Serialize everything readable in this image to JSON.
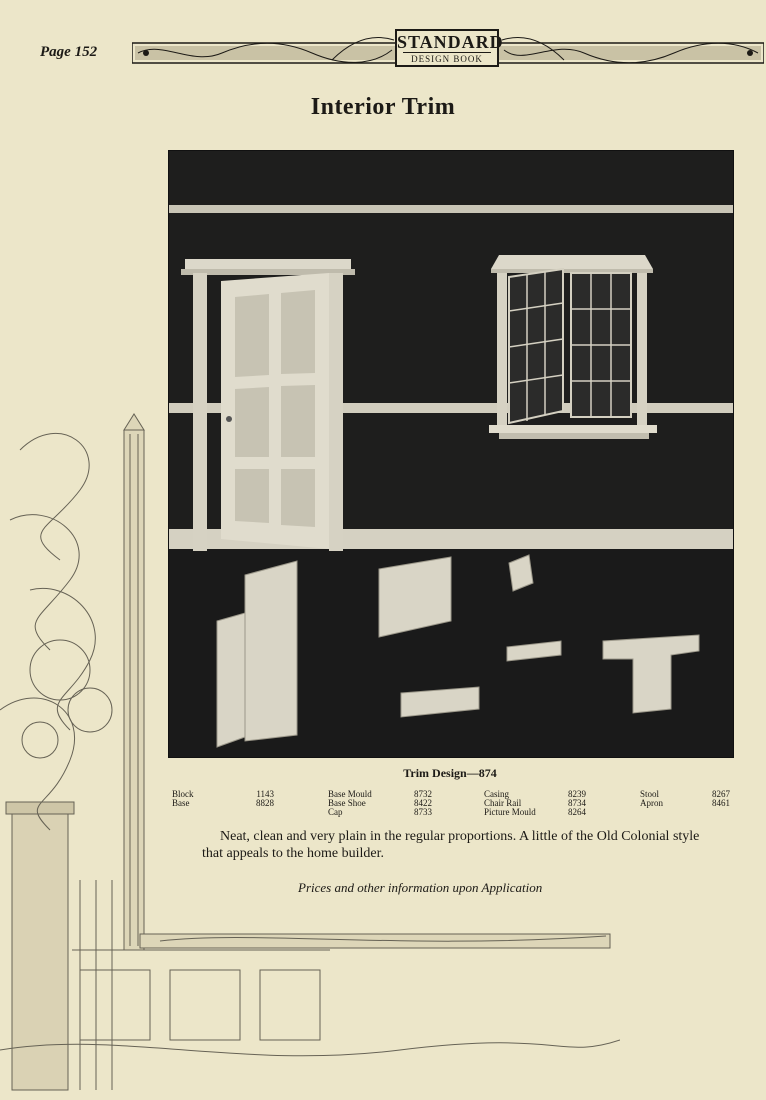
{
  "header": {
    "page_number": "Page 152",
    "logo_top": "STANDARD",
    "logo_bottom": "DESIGN BOOK"
  },
  "title": "Interior Trim",
  "caption": "Trim Design—874",
  "parts": [
    [
      {
        "name": "Block",
        "code": "1143"
      },
      {
        "name": "Base",
        "code": "8828"
      }
    ],
    [
      {
        "name": "Base Mould",
        "code": "8732"
      },
      {
        "name": "Base Shoe",
        "code": "8422"
      },
      {
        "name": "Cap",
        "code": "8733"
      }
    ],
    [
      {
        "name": "Casing",
        "code": "8239"
      },
      {
        "name": "Chair Rail",
        "code": "8734"
      },
      {
        "name": "Picture Mould",
        "code": "8264"
      }
    ],
    [
      {
        "name": "Stool",
        "code": "8267"
      },
      {
        "name": "Apron",
        "code": "8461"
      }
    ]
  ],
  "description": "Neat, clean and very plain in the regular proportions.  A little of the Old Colonial style that appeals to the home builder.",
  "prices_note": "Prices and other information upon Application",
  "colors": {
    "paper": "#ece6c9",
    "ink": "#1c1a16",
    "wall": "#1e1e1d",
    "trim": "#d9d5c6"
  }
}
